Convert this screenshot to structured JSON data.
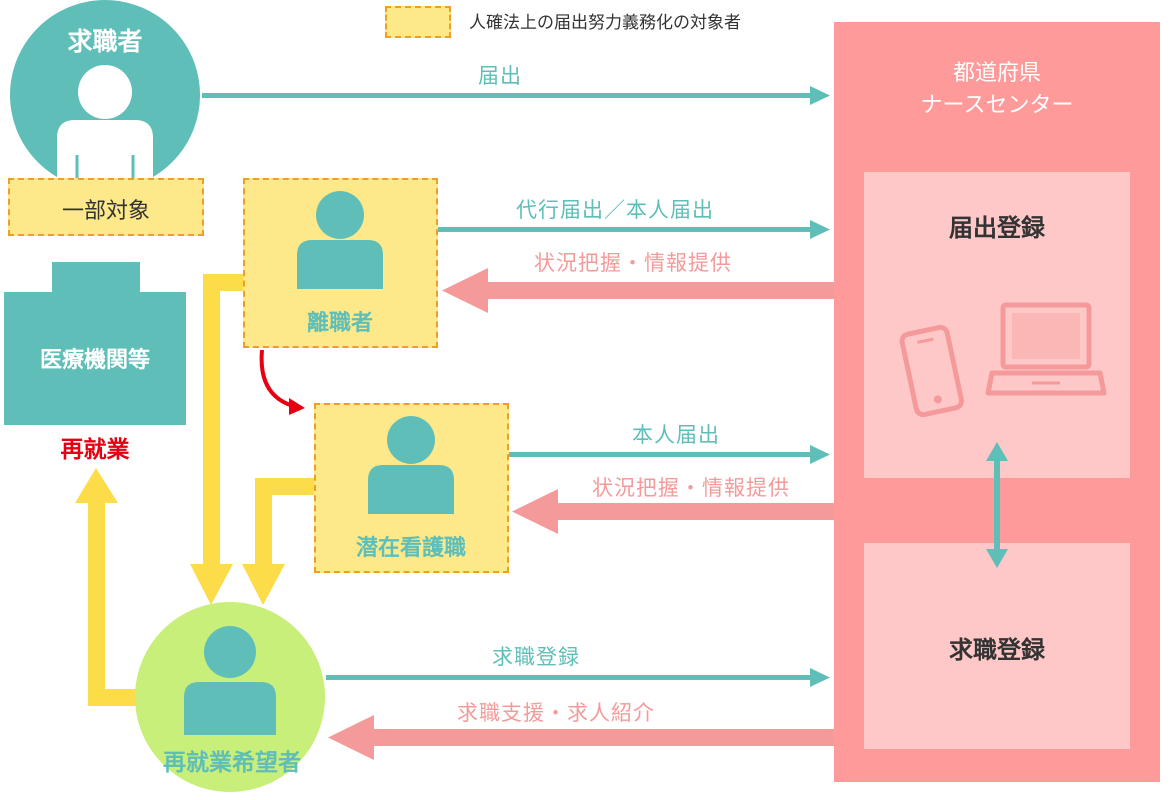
{
  "legend": {
    "text": "人確法上の届出努力義務化の対象者"
  },
  "job_seeker": {
    "title": "求職者",
    "tag": "一部対象"
  },
  "medical": {
    "title": "医療機関等",
    "reemployment": "再就業"
  },
  "retiree": {
    "label": "離職者"
  },
  "latent": {
    "label": "潜在看護職"
  },
  "hopeful": {
    "label": "再就業希望者"
  },
  "center": {
    "title_line1": "都道府県",
    "title_line2": "ナースセンター",
    "registration": "届出登録",
    "job_registration": "求職登録"
  },
  "arrows": {
    "a1": "届出",
    "a2": "代行届出／本人届出",
    "a3": "状況把握・情報提供",
    "a4": "本人届出",
    "a5": "状況把握・情報提供",
    "a6": "求職登録",
    "a7": "求職支援・求人紹介"
  },
  "colors": {
    "teal": "#5fbfb8",
    "pink_arrow": "#f59a9a",
    "center_bg": "#ff9a9a",
    "center_panel": "#ffc8c8",
    "yellow_box": "#fde98a",
    "yellow_arrow": "#fddc4a",
    "green_circle": "#c8ef7a",
    "red_text": "#e60012"
  }
}
